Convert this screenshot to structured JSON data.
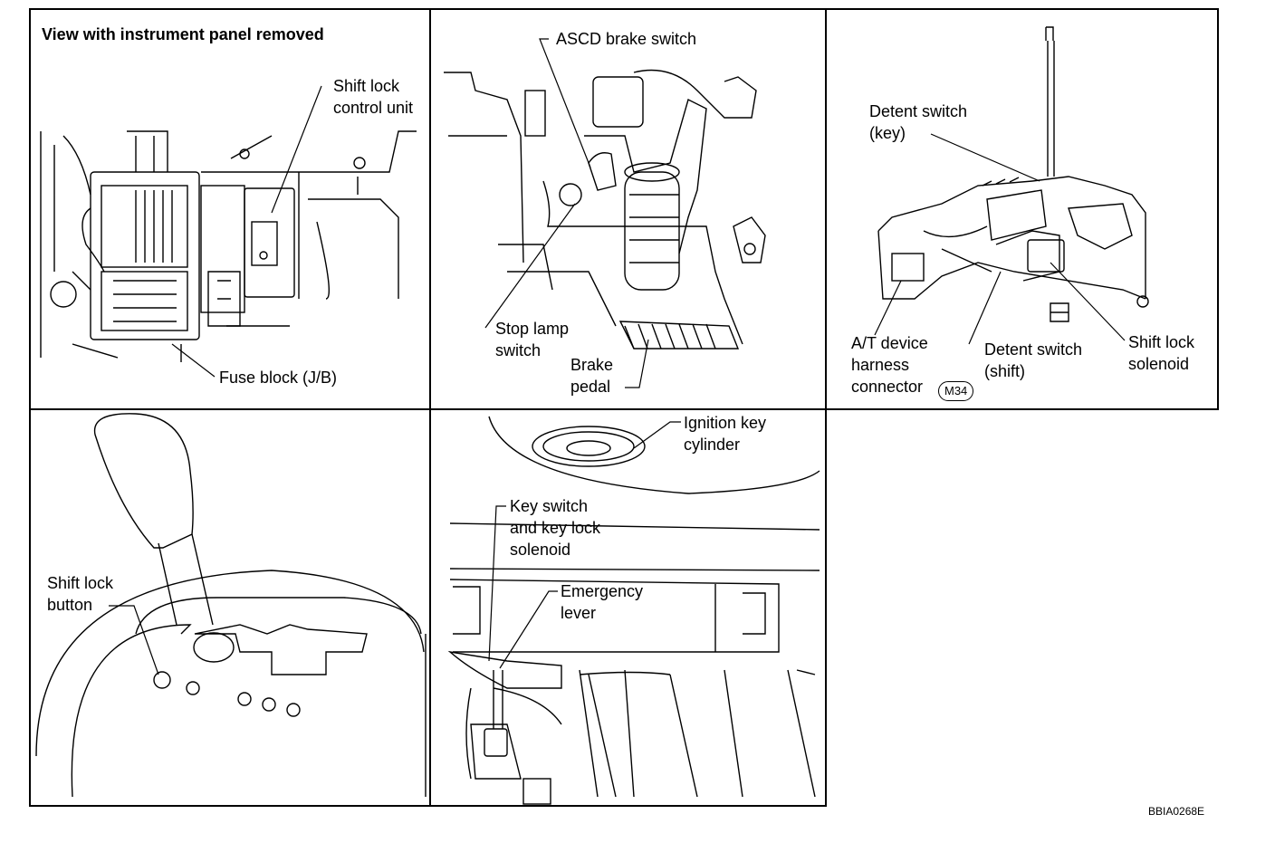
{
  "panels": [
    {
      "id": "p1",
      "labels": {
        "title": "View with instrument panel removed",
        "shift_lock_control_unit": [
          "Shift lock",
          "control unit"
        ],
        "fuse_block": "Fuse block (J/B)"
      }
    },
    {
      "id": "p2",
      "labels": {
        "ascd_brake_switch": "ASCD brake switch",
        "stop_lamp_switch": [
          "Stop lamp",
          "switch"
        ],
        "brake_pedal": [
          "Brake",
          "pedal"
        ]
      }
    },
    {
      "id": "p3",
      "labels": {
        "detent_switch_key": [
          "Detent switch",
          "(key)"
        ],
        "at_device_harness_connector": [
          "A/T device",
          "harness",
          "connector"
        ],
        "connector_code": "M34",
        "detent_switch_shift": [
          "Detent switch",
          "(shift)"
        ],
        "shift_lock_solenoid": [
          "Shift lock",
          "solenoid"
        ]
      }
    },
    {
      "id": "p4",
      "labels": {
        "shift_lock_button": [
          "Shift lock",
          "button"
        ]
      }
    },
    {
      "id": "p5",
      "labels": {
        "ignition_key_cylinder": [
          "Ignition key",
          "cylinder"
        ],
        "key_switch": [
          "Key switch",
          "and key lock",
          "solenoid"
        ],
        "emergency_lever": [
          "Emergency",
          "lever"
        ]
      }
    }
  ],
  "figure_code": "BBIA0268E"
}
